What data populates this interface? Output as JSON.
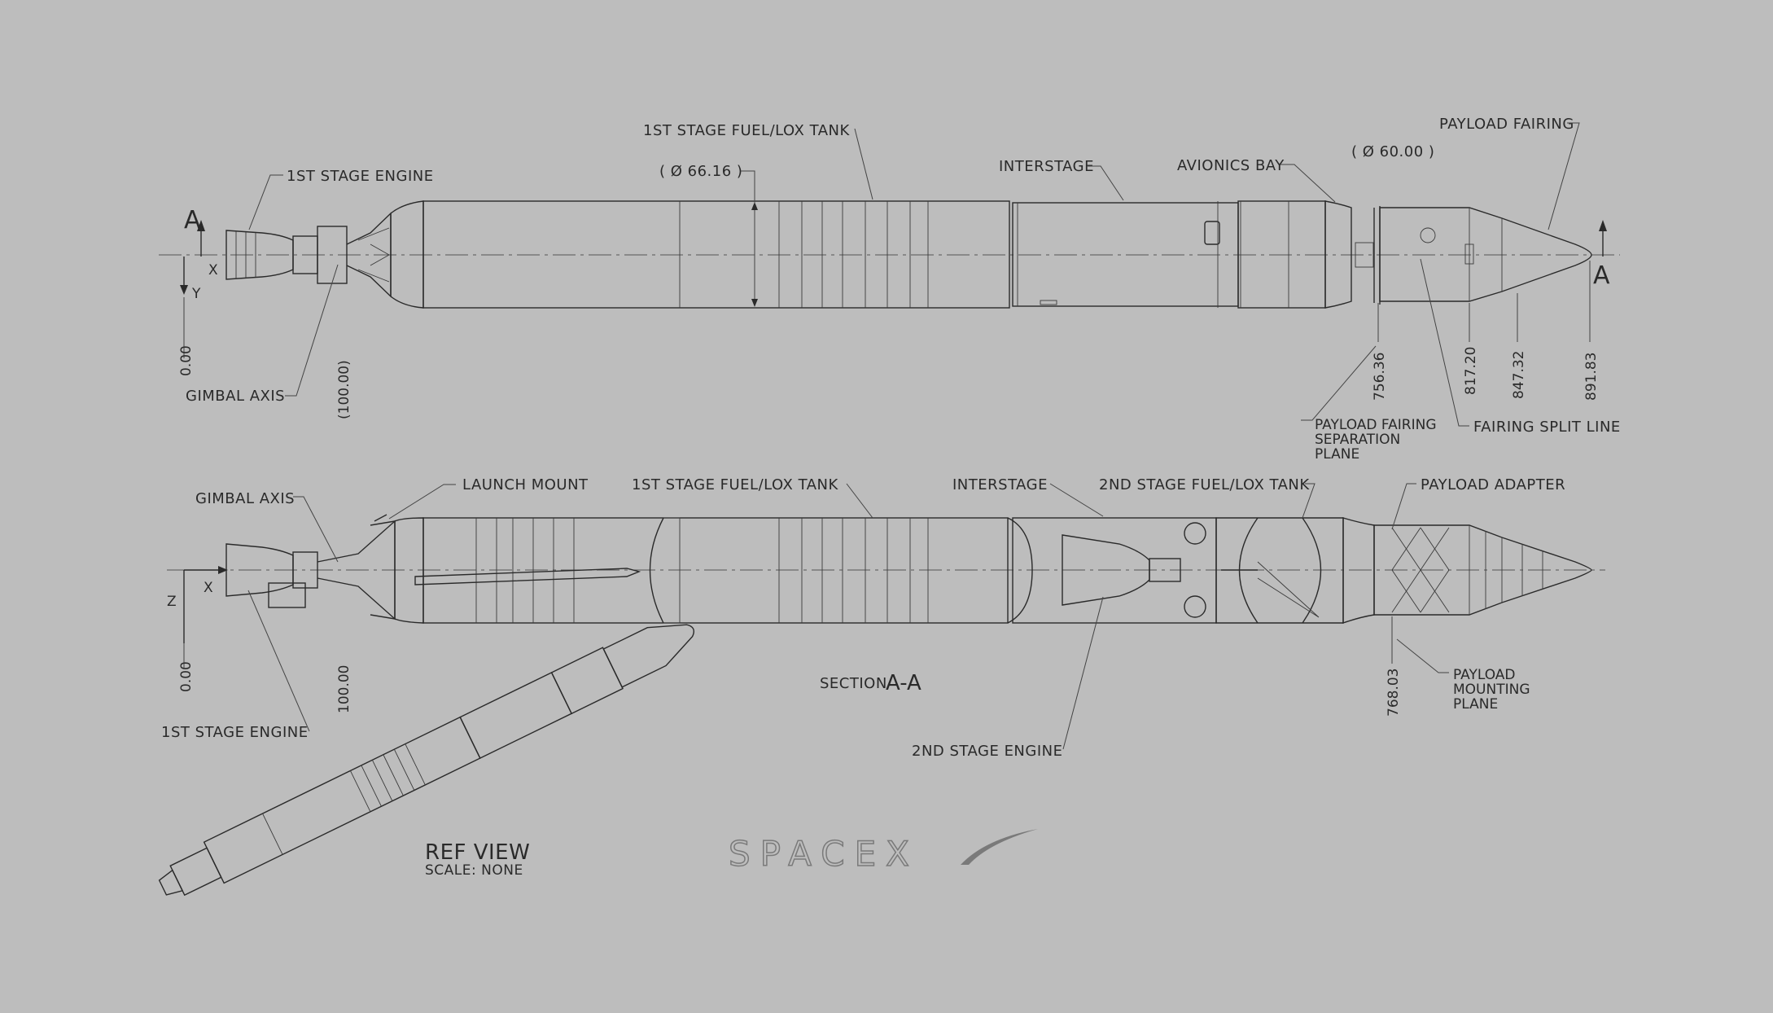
{
  "top_view": {
    "section_marker": "A",
    "axis_x": "X",
    "axis_y": "Y",
    "labels": {
      "engine": "1ST STAGE ENGINE",
      "tank": "1ST STAGE FUEL/LOX TANK",
      "interstage": "INTERSTAGE",
      "avionics": "AVIONICS BAY",
      "fairing": "PAYLOAD FAIRING",
      "gimbal": "GIMBAL AXIS",
      "sep_plane_1": "PAYLOAD FAIRING",
      "sep_plane_2": "SEPARATION",
      "sep_plane_3": "PLANE",
      "split_line": "FAIRING SPLIT LINE"
    },
    "diameters": {
      "stage1": "( Ø 66.16 )",
      "fairing": "( Ø 60.00 )"
    },
    "dimensions": [
      "0.00",
      "(100.00)",
      "756.36",
      "817.20",
      "847.32",
      "891.83"
    ]
  },
  "section_view": {
    "axis_x": "X",
    "axis_z": "Z",
    "labels": {
      "gimbal": "GIMBAL AXIS",
      "launch_mount": "LAUNCH MOUNT",
      "tank1": "1ST STAGE FUEL/LOX TANK",
      "interstage": "INTERSTAGE",
      "tank2": "2ND STAGE FUEL/LOX TANK",
      "adapter": "PAYLOAD ADAPTER",
      "engine1": "1ST STAGE ENGINE",
      "engine2": "2ND STAGE ENGINE",
      "mount_1": "PAYLOAD",
      "mount_2": "MOUNTING",
      "mount_3": "PLANE",
      "section_prefix": "SECTION",
      "section_name": "A-A"
    },
    "dimensions": [
      "0.00",
      "100.00",
      "768.03"
    ]
  },
  "ref_view": {
    "title": "REF VIEW",
    "scale": "SCALE: NONE"
  },
  "logo": "SPACEX",
  "colors": {
    "background": "#bdbdbd",
    "line": "#2a2a2a"
  }
}
